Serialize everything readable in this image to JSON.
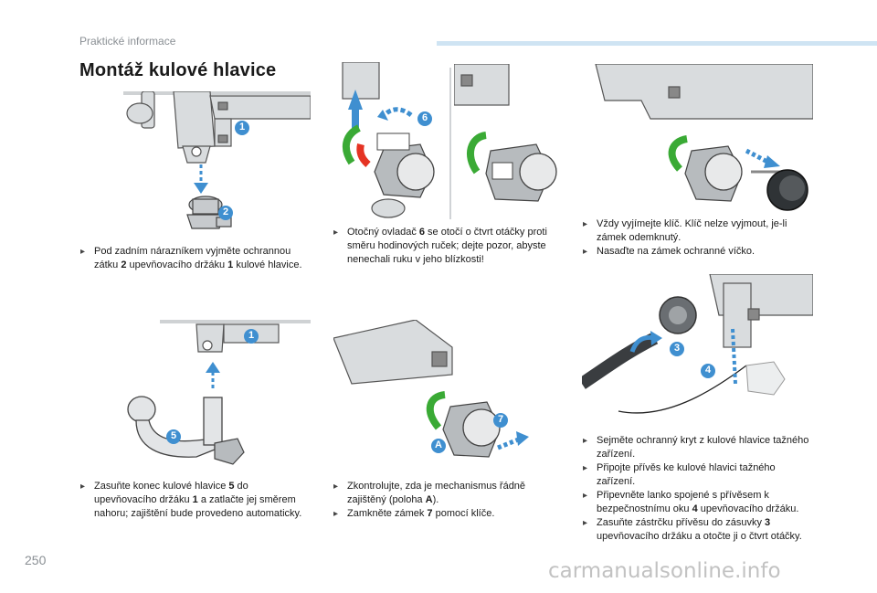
{
  "header": {
    "section": "Praktické informace"
  },
  "page": {
    "title": "Montáž kulové hlavice",
    "number": "250"
  },
  "watermark": "carmanualsonline.info",
  "colors": {
    "accent_blue": "#3f8fd0",
    "green": "#3aaa35",
    "red": "#e53323",
    "header_bar": "#cfe4f3"
  },
  "illustrations": [
    {
      "labels": [
        "1",
        "2"
      ]
    },
    {
      "labels": [
        "6"
      ]
    },
    {
      "labels": []
    },
    {
      "labels": []
    },
    {
      "labels": [
        "1",
        "5"
      ]
    },
    {
      "labels": [
        "7",
        "A"
      ]
    },
    {
      "labels": [
        "3",
        "4"
      ]
    }
  ],
  "captions": {
    "c1": [
      {
        "parts": [
          "Pod zadním nárazníkem vyjměte ochrannou zátku ",
          "2",
          " upevňovacího držáku ",
          "1",
          " kulové hlavice."
        ]
      }
    ],
    "c2": [
      {
        "parts": [
          "Otočný ovladač ",
          "6",
          " se otočí o čtvrt otáčky proti směru hodinových ruček; dejte pozor, abyste nenechali ruku v jeho blízkosti!"
        ]
      }
    ],
    "c3": [
      {
        "parts": [
          "Vždy vyjímejte klíč. Klíč nelze vyjmout, je-li zámek odemknutý."
        ]
      },
      {
        "parts": [
          "Nasaďte na zámek ochranné víčko."
        ]
      }
    ],
    "c4": [
      {
        "parts": [
          "Zasuňte konec kulové hlavice ",
          "5",
          " do upevňovacího držáku ",
          "1",
          " a zatlačte jej směrem nahoru; zajištění bude provedeno automaticky."
        ]
      }
    ],
    "c5": [
      {
        "parts": [
          "Zkontrolujte, zda je mechanismus řádně zajištěný (poloha ",
          "A",
          ")."
        ]
      },
      {
        "parts": [
          "Zamkněte zámek ",
          "7",
          " pomocí klíče."
        ]
      }
    ],
    "c6": [
      {
        "parts": [
          "Sejměte ochranný kryt z kulové hlavice tažného zařízení."
        ]
      },
      {
        "parts": [
          "Připojte přívěs ke kulové hlavici tažného zařízení."
        ]
      },
      {
        "parts": [
          "Připevněte lanko spojené s přívěsem k bezpečnostnímu oku ",
          "4",
          " upevňovacího držáku."
        ]
      },
      {
        "parts": [
          "Zasuňte zástrčku přívěsu do zásuvky ",
          "3",
          " upevňovacího držáku a otočte ji o čtvrt otáčky."
        ]
      }
    ]
  }
}
